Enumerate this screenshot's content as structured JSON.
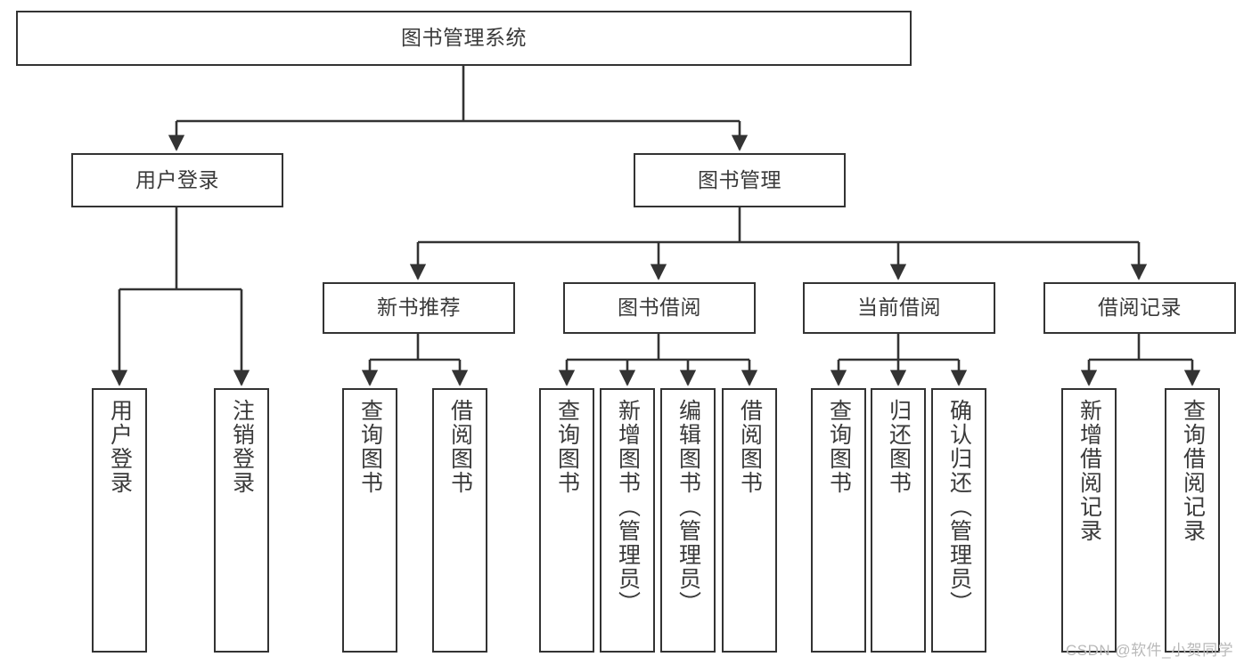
{
  "diagram": {
    "type": "tree-hierarchy",
    "title": "图书管理系统",
    "orientation": "top-down",
    "colors": {
      "box_border": "#333333",
      "box_fill": "#ffffff",
      "text": "#3a3a3a",
      "edge": "#333333",
      "watermark": "#b9b9b9",
      "background": "#ffffff"
    },
    "nodes": {
      "root": {
        "label": "图书管理系统"
      },
      "level2": [
        {
          "label": "用户登录"
        },
        {
          "label": "图书管理"
        }
      ],
      "level3": [
        {
          "label": "新书推荐"
        },
        {
          "label": "图书借阅"
        },
        {
          "label": "当前借阅"
        },
        {
          "label": "借阅记录"
        }
      ],
      "leaves_user_login": [
        {
          "label": "用户登录"
        },
        {
          "label": "注销登录"
        }
      ],
      "leaves_new_book": [
        {
          "label": "查询图书"
        },
        {
          "label": "借阅图书"
        }
      ],
      "leaves_borrow": [
        {
          "label": "查询图书"
        },
        {
          "label": "新增图书（管理员）"
        },
        {
          "label": "编辑图书（管理员）"
        },
        {
          "label": "借阅图书"
        }
      ],
      "leaves_current": [
        {
          "label": "查询图书"
        },
        {
          "label": "归还图书"
        },
        {
          "label": "确认归还（管理员）"
        }
      ],
      "leaves_records": [
        {
          "label": "新增借阅记录"
        },
        {
          "label": "查询借阅记录"
        }
      ]
    },
    "watermark": "CSDN @软件_小贺同学"
  }
}
